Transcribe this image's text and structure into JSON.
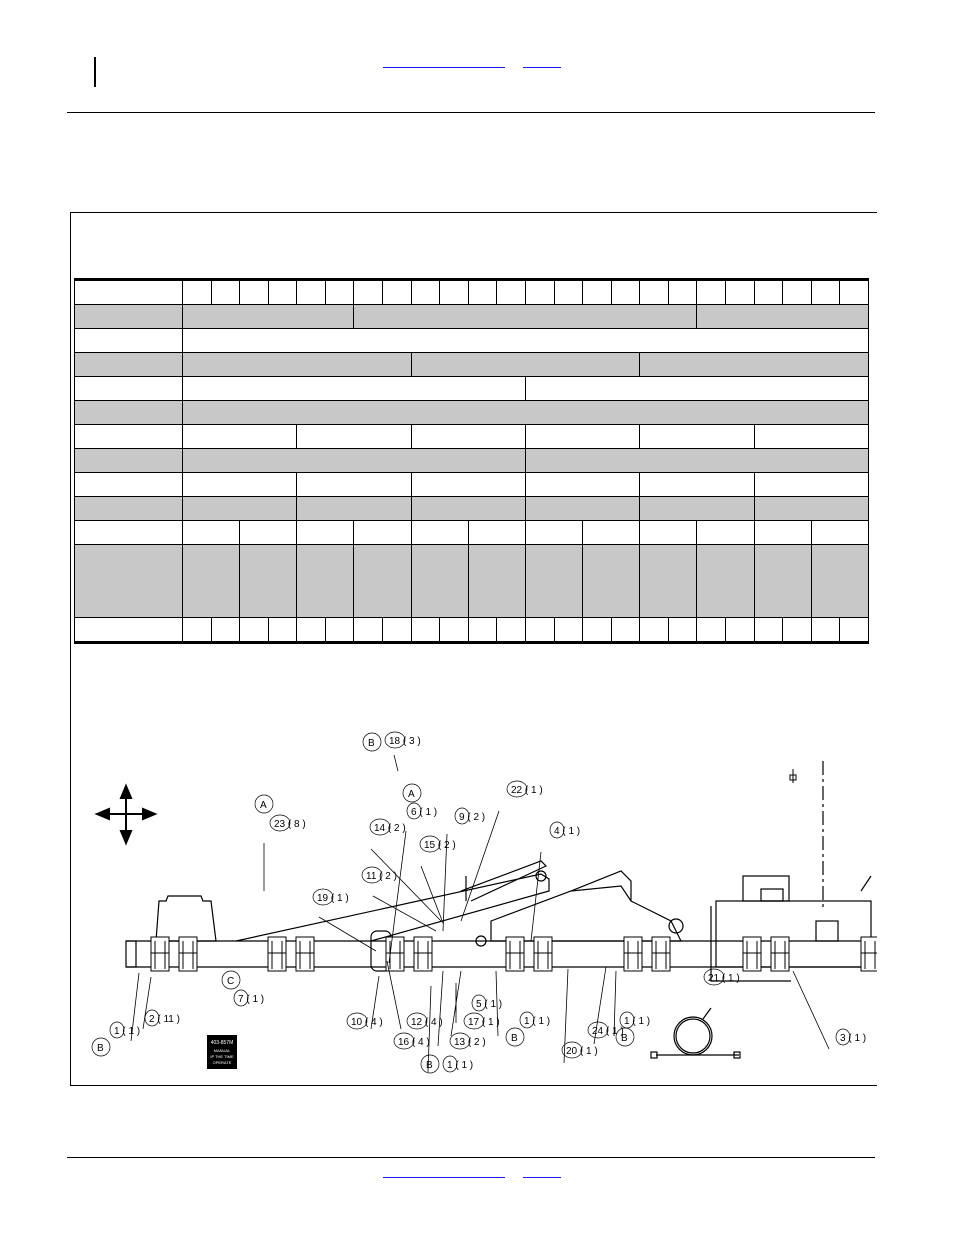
{
  "header": {
    "link_a": "",
    "link_b": ""
  },
  "footer": {
    "link_a": "",
    "link_b": ""
  },
  "table": {
    "row_spans": [
      [
        1,
        1,
        1,
        1,
        1,
        1,
        1,
        1,
        1,
        1,
        1,
        1,
        1,
        1,
        1,
        1,
        1,
        1,
        1,
        1,
        1,
        1,
        1,
        1
      ],
      [
        6,
        12,
        6
      ],
      [
        24
      ],
      [
        8,
        8,
        8
      ],
      [
        12,
        12
      ],
      [
        24
      ],
      [
        4,
        4,
        4,
        4,
        4,
        4
      ],
      [
        12,
        12
      ],
      [
        4,
        4,
        4,
        4,
        4,
        4
      ],
      [
        4,
        4,
        4,
        4,
        4,
        4
      ],
      [
        2,
        2,
        2,
        2,
        2,
        2,
        2,
        2,
        2,
        2,
        2,
        2
      ],
      [
        2,
        2,
        2,
        2,
        2,
        2,
        2,
        2,
        2,
        2,
        2,
        2
      ],
      [
        1,
        1,
        1,
        1,
        1,
        1,
        1,
        1,
        1,
        1,
        1,
        1,
        1,
        1,
        1,
        1,
        1,
        1,
        1,
        1,
        1,
        1,
        1,
        1
      ]
    ],
    "shaded_rows": [
      1,
      3,
      5,
      7,
      9,
      11
    ]
  },
  "diagram": {
    "callouts": [
      {
        "id": "c-18",
        "text": "18 ( 3 )",
        "letter": "B"
      },
      {
        "id": "c-6",
        "text": "6 ( 1 )",
        "letter": "A"
      },
      {
        "id": "c-22",
        "text": "22 ( 1 )"
      },
      {
        "id": "c-23",
        "text": "23 ( 8 )",
        "letter": "A"
      },
      {
        "id": "c-9",
        "text": "9 ( 2 )"
      },
      {
        "id": "c-14",
        "text": "14 ( 2 )"
      },
      {
        "id": "c-4",
        "text": "4 ( 1 )"
      },
      {
        "id": "c-15",
        "text": "15 ( 2 )"
      },
      {
        "id": "c-11",
        "text": "11 ( 2 )"
      },
      {
        "id": "c-19",
        "text": "19 ( 1 )"
      },
      {
        "id": "c-7",
        "text": "7 ( 1 )",
        "letter": "C"
      },
      {
        "id": "c-21",
        "text": "21 ( 1 )"
      },
      {
        "id": "c-5",
        "text": "5 ( 1 )"
      },
      {
        "id": "c-1a",
        "text": "1 ( 1 )",
        "letter": "B"
      },
      {
        "id": "c-2",
        "text": "2 ( 11 )"
      },
      {
        "id": "c-10",
        "text": "10 ( 4 )"
      },
      {
        "id": "c-12",
        "text": "12 ( 4 )"
      },
      {
        "id": "c-17",
        "text": "17 ( 1 )"
      },
      {
        "id": "c-1b",
        "text": "1 ( 1 )",
        "letter": "B"
      },
      {
        "id": "c-1c",
        "text": "1 ( 1 )",
        "letter": "B"
      },
      {
        "id": "c-24",
        "text": "24 ( 1 )"
      },
      {
        "id": "c-3",
        "text": "3 ( 1 )"
      },
      {
        "id": "c-16",
        "text": "16 ( 4 )"
      },
      {
        "id": "c-13",
        "text": "13 ( 2 )"
      },
      {
        "id": "c-20",
        "text": "20 ( 1 )"
      },
      {
        "id": "c-1d",
        "text": "1 ( 1 )",
        "letter": "B"
      }
    ],
    "decal_text": [
      "403-857M",
      "MANUAL",
      "IP THE TIME",
      "OPERATE"
    ]
  }
}
